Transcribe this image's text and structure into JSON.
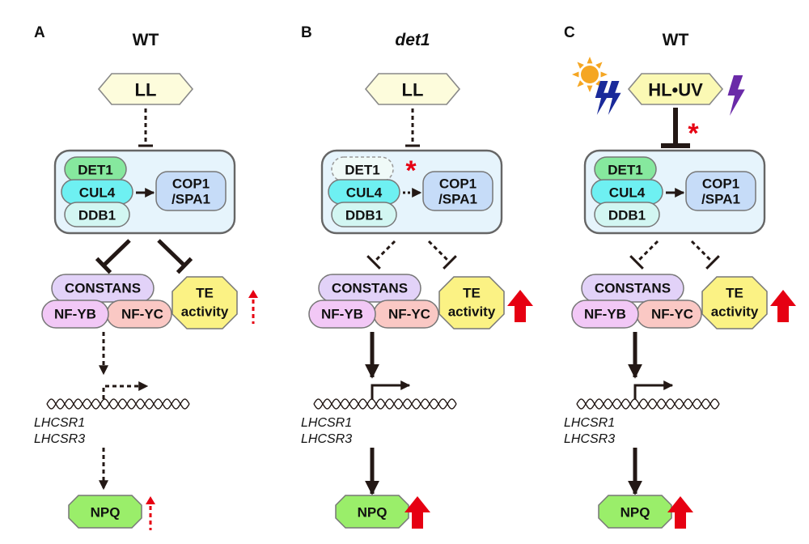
{
  "figure": {
    "panels": [
      {
        "letter": "A",
        "condition": "WT",
        "condition_italic": false,
        "light_input": "LL",
        "light_icons": [],
        "input_inhibition": "weak (dashed)",
        "input_asterisk": "",
        "complex": {
          "members": [
            "DET1",
            "CUL4",
            "DDB1"
          ],
          "det1_state": "present",
          "target": [
            "COP1",
            "/SPA1"
          ],
          "activation": "solid",
          "asterisk": ""
        },
        "downstream_inhibition": "strong (solid)",
        "transcription_factors": [
          "CONSTANS",
          "NF-YB",
          "NF-YC"
        ],
        "te_label": [
          "TE",
          "activity"
        ],
        "te_change": "slight increase (dashed arrow)",
        "tf_to_gene": "weak (dashed)",
        "genes": [
          "LHCSR1",
          "LHCSR3"
        ],
        "gene_to_output": "weak (dashed)",
        "output": "NPQ",
        "output_change": "slight increase (dashed arrow)"
      },
      {
        "letter": "B",
        "condition": "det1",
        "condition_italic": true,
        "light_input": "LL",
        "light_icons": [],
        "input_inhibition": "weak (dashed)",
        "input_asterisk": "",
        "complex": {
          "members": [
            "DET1",
            "CUL4",
            "DDB1"
          ],
          "det1_state": "absent (mutant)",
          "target": [
            "COP1",
            "/SPA1"
          ],
          "activation": "dashed",
          "asterisk": "*"
        },
        "downstream_inhibition": "weak (dashed)",
        "transcription_factors": [
          "CONSTANS",
          "NF-YB",
          "NF-YC"
        ],
        "te_label": [
          "TE",
          "activity"
        ],
        "te_change": "increase (bold arrow)",
        "tf_to_gene": "strong (solid)",
        "genes": [
          "LHCSR1",
          "LHCSR3"
        ],
        "gene_to_output": "strong (solid)",
        "output": "NPQ",
        "output_change": "increase (bold arrow)"
      },
      {
        "letter": "C",
        "condition": "WT",
        "condition_italic": false,
        "light_input": "HL•UV",
        "light_icons": [
          "sun-icon",
          "lightning-blue-icon",
          "lightning-purple-icon"
        ],
        "input_inhibition": "strong (solid)",
        "input_asterisk": "*",
        "complex": {
          "members": [
            "DET1",
            "CUL4",
            "DDB1"
          ],
          "det1_state": "present",
          "target": [
            "COP1",
            "/SPA1"
          ],
          "activation": "solid",
          "asterisk": ""
        },
        "downstream_inhibition": "weak (dashed)",
        "transcription_factors": [
          "CONSTANS",
          "NF-YB",
          "NF-YC"
        ],
        "te_label": [
          "TE",
          "activity"
        ],
        "te_change": "increase (bold arrow)",
        "tf_to_gene": "strong (solid)",
        "genes": [
          "LHCSR1",
          "LHCSR3"
        ],
        "gene_to_output": "strong (solid)",
        "output": "NPQ",
        "output_change": "increase (bold arrow)"
      }
    ]
  },
  "colors": {
    "light_box": "#fdfcdc",
    "complex_bg": "#e6f4fc",
    "det1": "#86e89e",
    "cul4": "#6ef0f2",
    "ddb1": "#d2f6f2",
    "cop1": "#c6dcf8",
    "constans": "#e2d2f8",
    "nfyb": "#f2c8f6",
    "nfyc": "#fac8c4",
    "te": "#fbf284",
    "npq": "#9aee6a",
    "up_arrow": "#e60012",
    "asterisk": "#e60012",
    "line": "#231815",
    "sun": "#f5a623",
    "bolt_blue": "#1a2a9a",
    "bolt_purple": "#6a2aa8"
  }
}
